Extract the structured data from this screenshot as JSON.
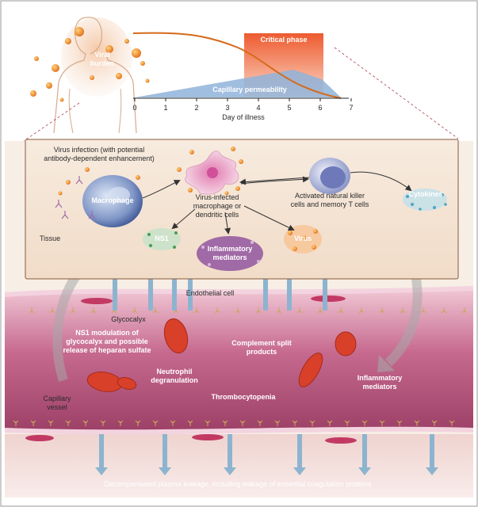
{
  "top_panel": {
    "viral_burden": "Viral burden",
    "critical_phase": "Critical phase",
    "capillary_permeability": "Capillary permeability",
    "axis_label": "Day of illness",
    "ticks": [
      "0",
      "1",
      "2",
      "3",
      "4",
      "5",
      "6",
      "7"
    ]
  },
  "tissue_panel": {
    "virus_infection": "Virus infection (with potential antibody-dependent enhancement)",
    "macrophage": "Macrophage",
    "infected_cells": "Virus-infected macrophage or dendritic cells",
    "activated_cells": "Activated natural killer cells and memory T cells",
    "cytokines": "Cytokines",
    "tissue": "Tissue",
    "ns1": "NS1",
    "inflammatory_mediators": "Inflammatory mediators",
    "virus": "Virus"
  },
  "vessel": {
    "endothelial_cell": "Endothelial cell",
    "glycocalyx": "Glycocalyx",
    "ns1_modulation": "NS1 modulation of glycocalyx and possible release of heparan sulfate",
    "complement": "Complement split products",
    "neutrophil": "Neutrophil degranulation",
    "inflammatory_mediators": "Inflammatory mediators",
    "capillary_vessel": "Capillary vessel",
    "thrombocytopenia": "Thrombocytopenia",
    "leakage": "Decompensated plasma leakage, including leakage of essential coagulation proteins"
  },
  "colors": {
    "critical_phase": "#e8522e",
    "permeability": "#8fb3d9",
    "viral_curve": "#d66a1a",
    "tissue_bg": "#f6e7d8",
    "vessel": "#b04a70",
    "arrow": "#8cb4cf"
  }
}
